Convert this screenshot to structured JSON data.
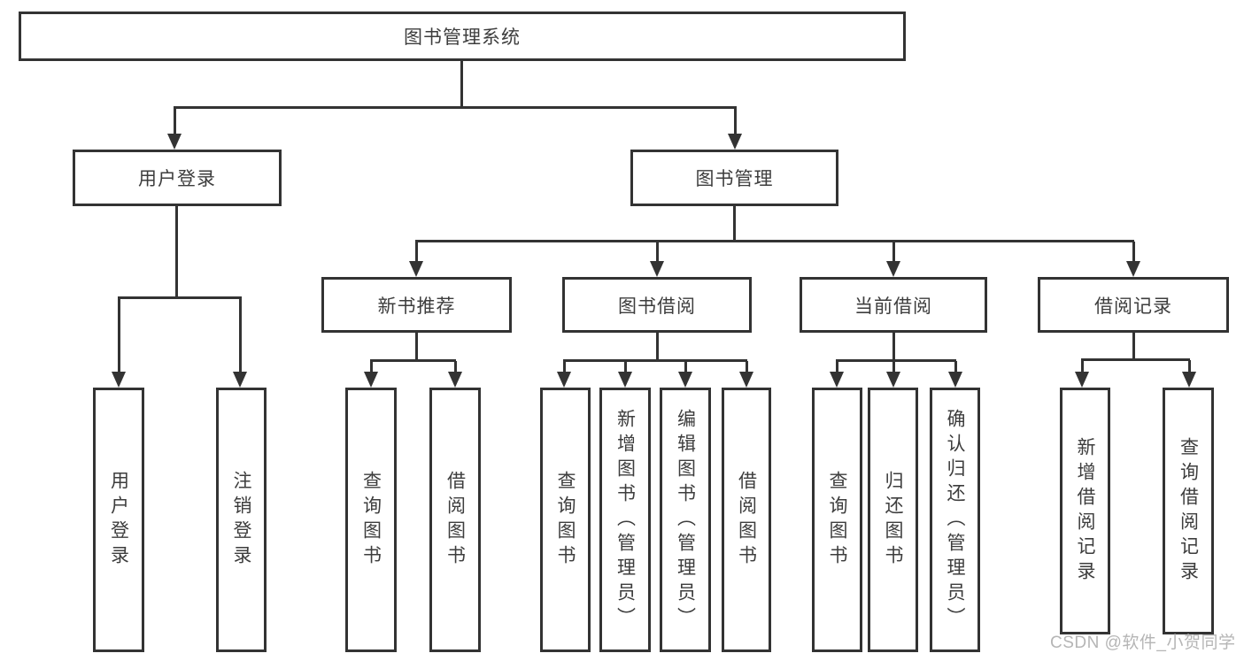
{
  "nodes": {
    "root": "图书管理系统",
    "level2": [
      "用户登录",
      "图书管理"
    ],
    "level3": [
      "新书推荐",
      "图书借阅",
      "当前借阅",
      "借阅记录"
    ],
    "login_children": [
      "用户登录",
      "注销登录"
    ],
    "recommend_children": [
      "查询图书",
      "借阅图书"
    ],
    "borrow_children": [
      "查询图书",
      "新增图书（管理员）",
      "编辑图书（管理员）",
      "借阅图书"
    ],
    "current_children": [
      "查询图书",
      "归还图书",
      "确认归还（管理员）"
    ],
    "record_children": [
      "新增借阅记录",
      "查询借阅记录"
    ]
  },
  "watermark": "CSDN @软件_小贺同学",
  "colors": {
    "line": "#333333",
    "box_fill": "#ffffff",
    "text": "#3d3d3d",
    "watermark": "#b5b5b5"
  }
}
